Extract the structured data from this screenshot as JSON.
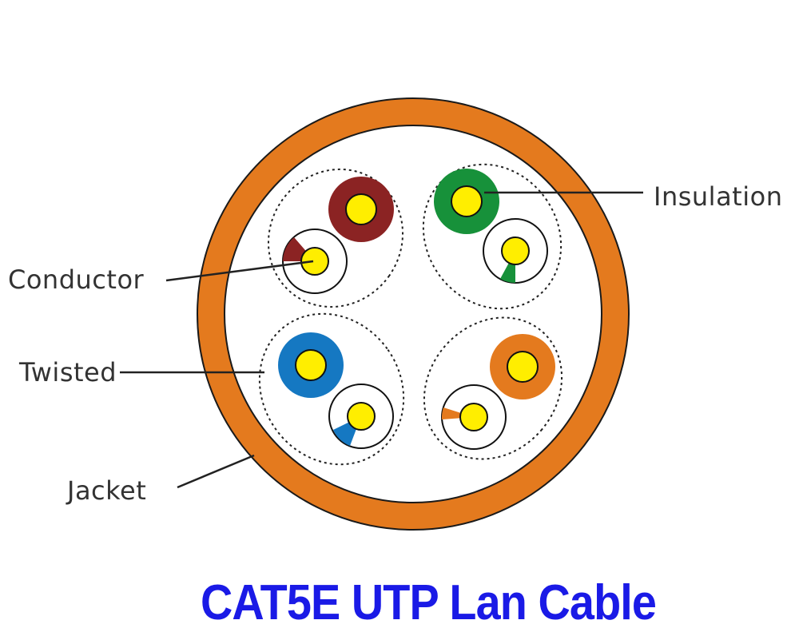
{
  "title": "CAT5E UTP Lan Cable",
  "labels": {
    "insulation": "Insulation",
    "conductor": "Conductor",
    "twisted": "Twisted",
    "jacket": "Jacket"
  },
  "colors": {
    "jacket": "#e47a1e",
    "title": "#1a1ae6",
    "conductor": "#ffee00",
    "pairs": {
      "brown": "#8b2323",
      "green": "#17913a",
      "blue": "#1578c2",
      "orange": "#e47a1e"
    }
  },
  "pairs": [
    {
      "name": "brown-pair",
      "color": "brown"
    },
    {
      "name": "green-pair",
      "color": "green"
    },
    {
      "name": "blue-pair",
      "color": "blue"
    },
    {
      "name": "orange-pair",
      "color": "orange"
    }
  ]
}
